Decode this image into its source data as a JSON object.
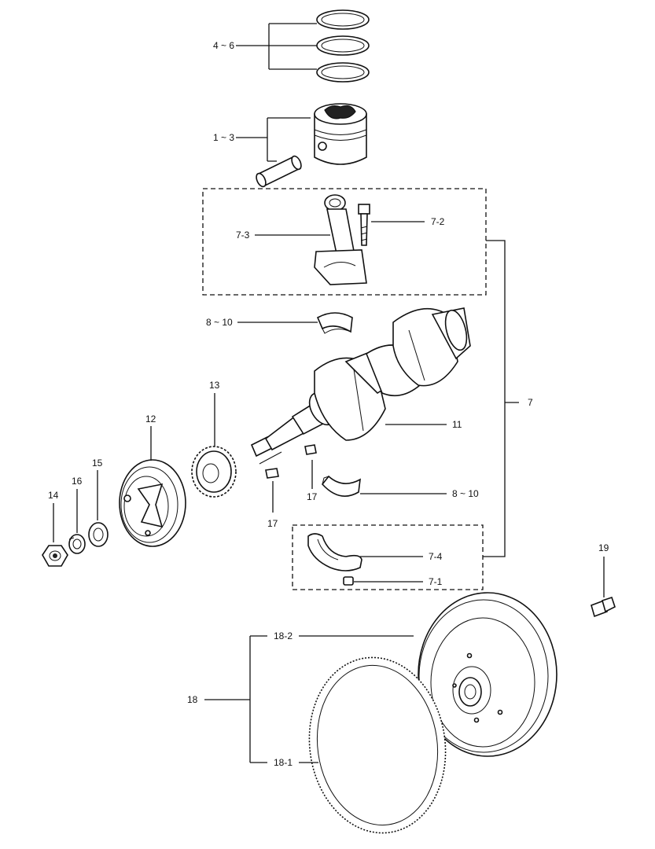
{
  "labels": {
    "rings": "4 ~ 6",
    "piston": "1 ~ 3",
    "conrod_bolt": "7-2",
    "conrod": "7-3",
    "bearing_upper": "8 ~ 10",
    "conrod_assembly": "7",
    "gear": "13",
    "pulley": "12",
    "crankshaft": "11",
    "washer": "15",
    "lock_washer": "16",
    "nut": "14",
    "key_right": "17",
    "bearing_lower": "8 ~ 10",
    "key_left": "17",
    "conrod_cap": "7-4",
    "cap_nut": "7-1",
    "bolt": "19",
    "flywheel": "18-2",
    "flywheel_assembly": "18",
    "ring_gear": "18-1"
  }
}
